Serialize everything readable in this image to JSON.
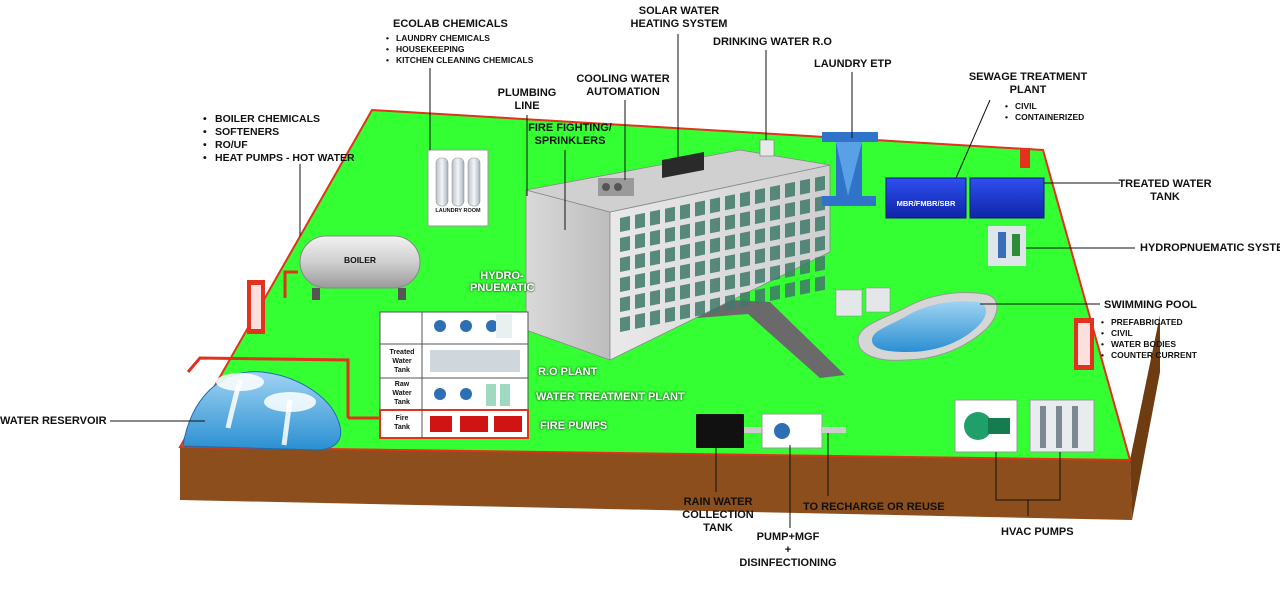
{
  "labels": {
    "ecolab_title": "ECOLAB CHEMICALS",
    "ecolab_items": [
      "LAUNDRY  CHEMICALS",
      "HOUSEKEEPING",
      "KITCHEN CLEANING CHEMICALS"
    ],
    "solar_line1": "SOLAR WATER",
    "solar_line2": "HEATING SYSTEM",
    "drinking_ro": "DRINKING WATER R.O",
    "laundry_etp": "LAUNDRY ETP",
    "sewage_line1": "SEWAGE TREATMENT",
    "sewage_line2": "PLANT",
    "sewage_items": [
      "CIVIL",
      "CONTAINERIZED"
    ],
    "cooling_line1": "COOLING WATER",
    "cooling_line2": "AUTOMATION",
    "plumbing_line1": "PLUMBING",
    "plumbing_line2": "LINE",
    "fire_line1": "FIRE FIGHTING/",
    "fire_line2": "SPRINKLERS",
    "boiler_items": [
      "BOILER CHEMICALS",
      "SOFTENERS",
      "RO/UF",
      "HEAT PUMPS - HOT WATER"
    ],
    "treated_line1": "TREATED WATER",
    "treated_line2": "TANK",
    "hydro_system": "HYDROPNUEMATIC SYSTEM",
    "pool_title": "SWIMMING POOL",
    "pool_items": [
      "PREFABRICATED",
      "CIVIL",
      "WATER BODIES",
      "COUNTER CURRENT"
    ],
    "water_reservoir": "WATER RESERVOIR",
    "ro_plant": "R.O PLANT",
    "wtp": "WATER TREATMENT PLANT",
    "fire_pumps": "FIRE  PUMPS",
    "hydro_green_1": "HYDRO-",
    "hydro_green_2": "PNUEMATIC",
    "rain_line1": "RAIN WATER",
    "rain_line2": "COLLECTION",
    "rain_line3": "TANK",
    "recharge": "TO RECHARGE OR REUSE",
    "pump_line1": "PUMP+MGF",
    "pump_line2": "+",
    "pump_line3": "DISINFECTIONING",
    "hvac": "HVAC PUMPS"
  },
  "tags": {
    "boiler": "BOILER",
    "laundry_room": "LAUNDRY ROOM",
    "mbr": "MBR/FMBR/SBR",
    "treated_1": "Treated",
    "treated_2": "Water",
    "treated_3": "Tank",
    "raw_1": "Raw",
    "raw_2": "Water",
    "raw_3": "Tank",
    "fire_1": "Fire",
    "fire_2": "Tank"
  },
  "colors": {
    "ground": "#33ff33",
    "soil": "#8b4e1c",
    "pipe": "#e2311d",
    "blue_tank": "#1f3ed6",
    "etp_blue": "#2f74c9"
  }
}
